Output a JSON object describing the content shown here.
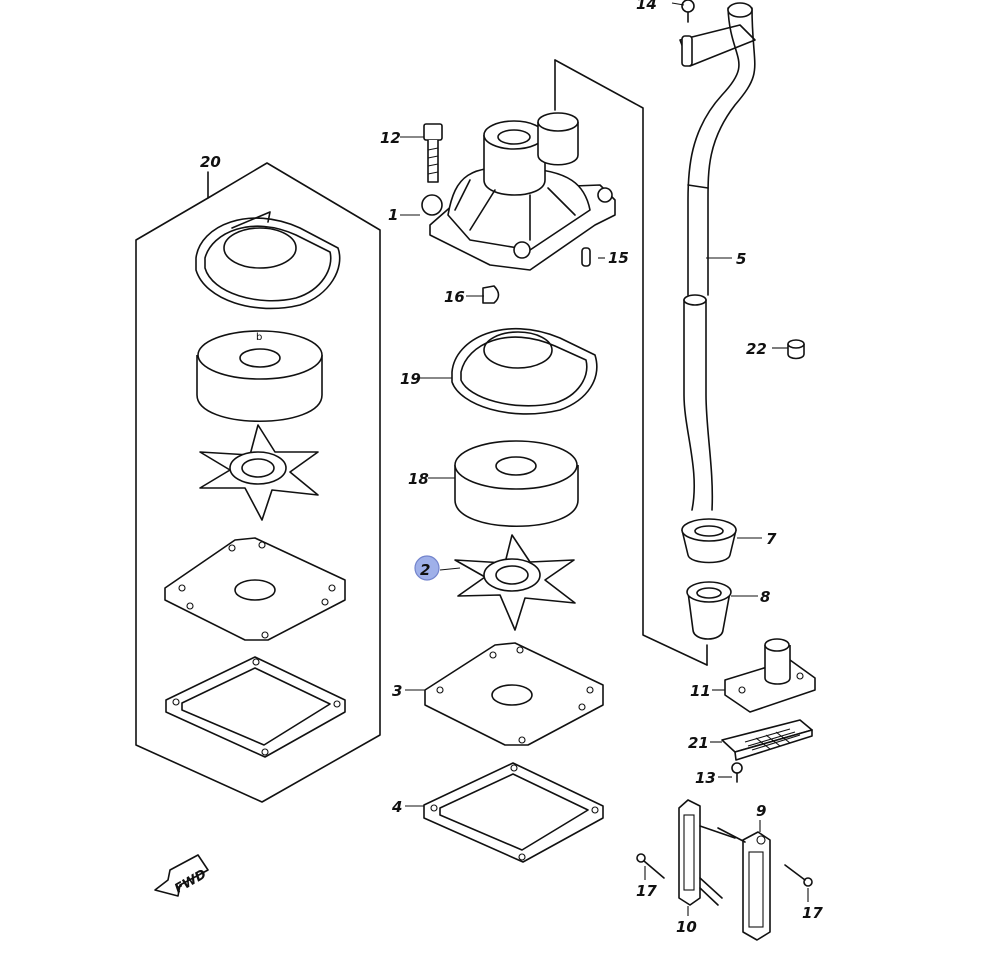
{
  "parts": [
    {
      "ref": "1"
    },
    {
      "ref": "2"
    },
    {
      "ref": "3"
    },
    {
      "ref": "4"
    },
    {
      "ref": "5"
    },
    {
      "ref": "7"
    },
    {
      "ref": "8"
    },
    {
      "ref": "9"
    },
    {
      "ref": "10"
    },
    {
      "ref": "11"
    },
    {
      "ref": "12"
    },
    {
      "ref": "13"
    },
    {
      "ref": "14"
    },
    {
      "ref": "15"
    },
    {
      "ref": "16"
    },
    {
      "ref": "17"
    },
    {
      "ref": "17"
    },
    {
      "ref": "18"
    },
    {
      "ref": "19"
    },
    {
      "ref": "20"
    },
    {
      "ref": "21"
    },
    {
      "ref": "22"
    }
  ],
  "direction_badge": "FWD",
  "highlighted_ref": "2",
  "colors": {
    "line": "#111111",
    "highlight": "#8fa3e6",
    "background": "#ffffff"
  }
}
